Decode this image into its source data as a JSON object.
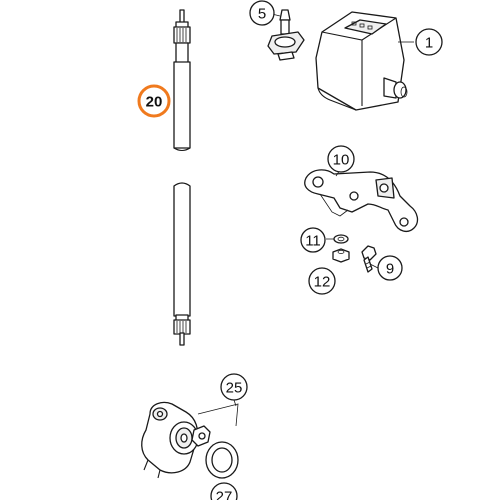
{
  "diagram": {
    "highlight_color": "#f07a1e",
    "callouts": [
      {
        "id": "c1",
        "label": "1",
        "highlighted": false
      },
      {
        "id": "c5",
        "label": "5",
        "highlighted": false
      },
      {
        "id": "c20",
        "label": "20",
        "highlighted": true
      },
      {
        "id": "c10",
        "label": "10",
        "highlighted": false
      },
      {
        "id": "c11",
        "label": "11",
        "highlighted": false
      },
      {
        "id": "c12",
        "label": "12",
        "highlighted": false
      },
      {
        "id": "c9",
        "label": "9",
        "highlighted": false
      },
      {
        "id": "c25",
        "label": "25",
        "highlighted": false
      },
      {
        "id": "c27",
        "label": "27",
        "highlighted": false
      }
    ]
  }
}
